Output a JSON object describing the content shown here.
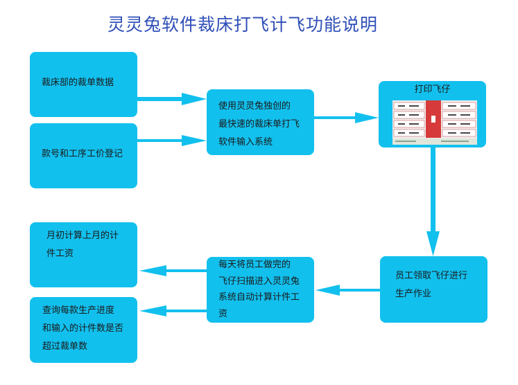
{
  "title": "灵灵兔软件裁床打飞计飞功能说明",
  "boxes": {
    "cut_data": "裁床部的裁单数据",
    "style_price": "款号和工序工价登记",
    "input_system": "使用灵灵兔独创的\n最快速的裁床单打飞\n软件输入系统",
    "print_tickets": "打印飞仔",
    "receive_tickets": "员工领取飞仔进行\n生产作业",
    "scan": "每天将员工做完的\n飞仔扫描进入灵灵兔\n系统自动计算计件工\n资",
    "monthly_wage": "月初计算上月的计\n件工资",
    "progress_query": "查询每款生产进度\n和输入的计件数是否\n超过裁单数"
  },
  "colors": {
    "box": "#12c0ee",
    "arrow": "#12c0ee",
    "title": "#2f4fb8"
  }
}
